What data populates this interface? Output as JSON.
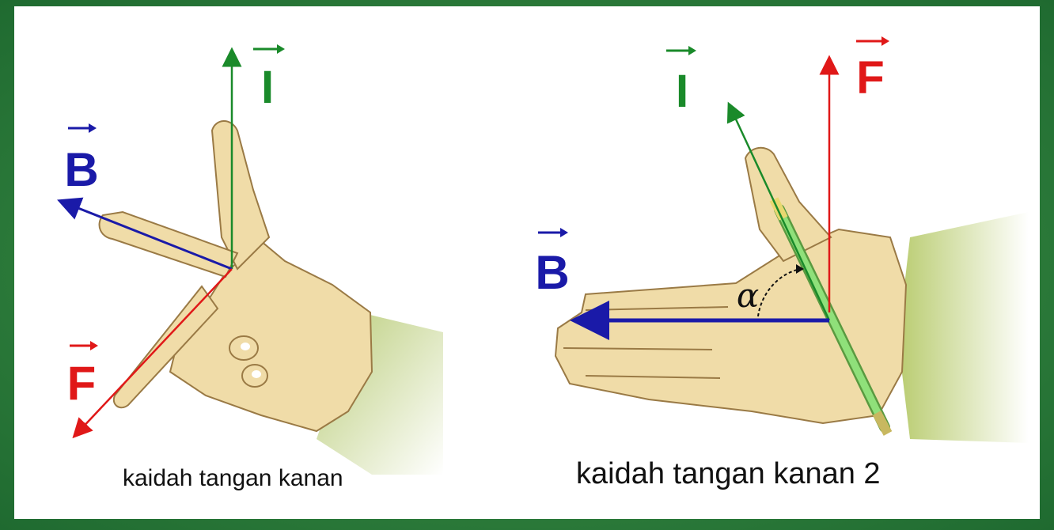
{
  "colors": {
    "current": "#1a8a2a",
    "field": "#1a1aa8",
    "force": "#e01818",
    "skin": "#f0dca8",
    "skin_outline": "#9a7a45",
    "sleeve": "#c8d88a",
    "background": "#2e7d3e",
    "pen": "#7ad86a"
  },
  "figure_left": {
    "label_current": "I",
    "label_field": "B",
    "label_force": "F",
    "caption": "kaidah tangan kanan"
  },
  "figure_right": {
    "label_current": "I",
    "label_field": "B",
    "label_force": "F",
    "label_angle": "α",
    "caption": "kaidah tangan kanan 2"
  }
}
